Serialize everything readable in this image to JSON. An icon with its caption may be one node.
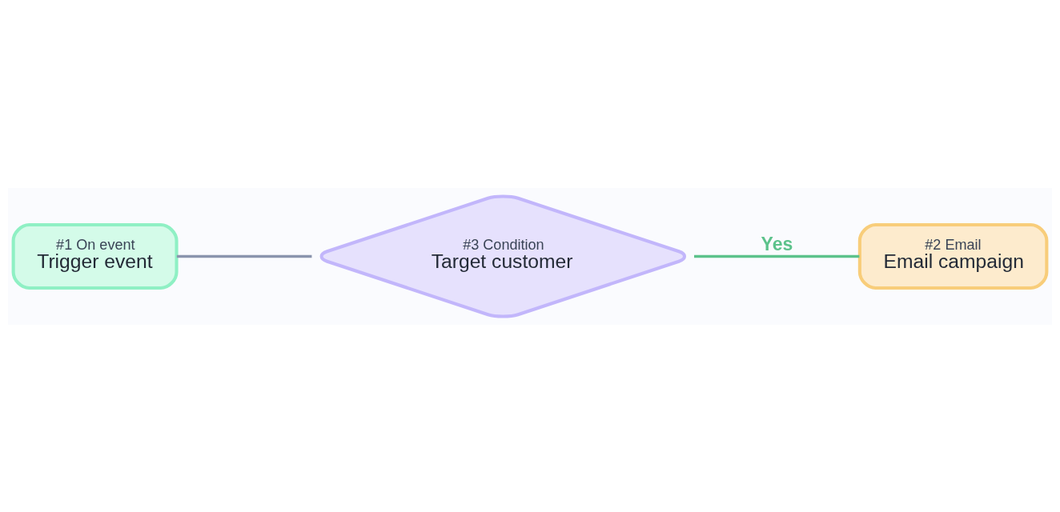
{
  "diagram": {
    "nodes": [
      {
        "text": [
          "#1 On event",
          "Trigger event"
        ]
      },
      {
        "text": [
          "#3 Condition",
          "Target customer"
        ]
      },
      {
        "text": [
          "#2 Email",
          "Email campaign"
        ]
      }
    ],
    "edges": [
      {
        "from": 0,
        "to": 1,
        "arrow": "none"
      },
      {
        "from": 1,
        "to": 2,
        "arrow": "none",
        "label": "Yes",
        "color": "#5cc28b"
      }
    ]
  }
}
